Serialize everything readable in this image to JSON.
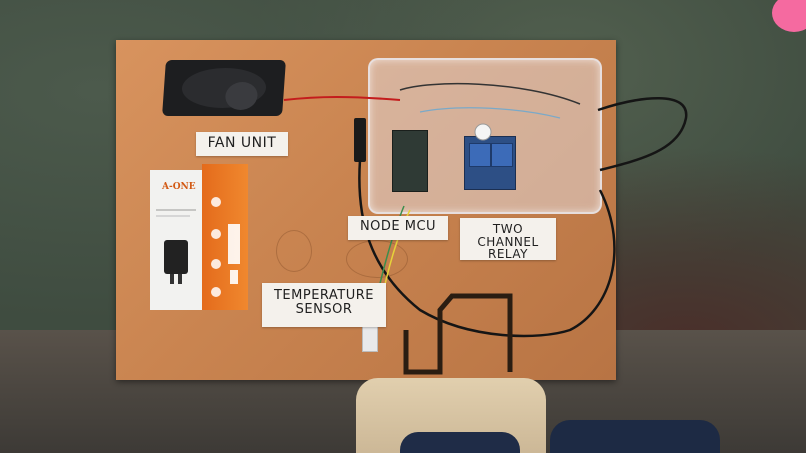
{
  "labels": {
    "fan": "FAN UNIT",
    "mcu": "NODE MCU",
    "relay": "TWO CHANNEL RELAY",
    "sensor": "TEMPERATURE SENSOR",
    "adapter_brand": "A-ONE"
  },
  "colors": {
    "board": "#c98450",
    "adapter_orange": "#e46b1c",
    "relay_blue": "#2d4f85",
    "cable_black": "#151515",
    "label_paper": "#f4f1ec"
  }
}
